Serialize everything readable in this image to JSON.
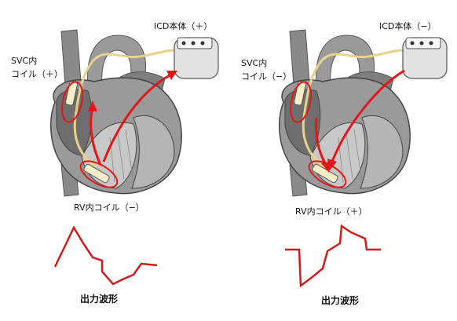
{
  "colors": {
    "heart_dark": "#6e6e6e",
    "heart_mid": "#9a9a9a",
    "heart_light": "#c8c8c8",
    "lead": "#e8d28a",
    "arrow": "#e01818",
    "device": "#e2e2e2",
    "waveform": "#d21c1c"
  },
  "panels": [
    {
      "icd_label": "ICD本体（＋）",
      "svc_label_line1": "SVC内",
      "svc_label_line2": "コイル（＋）",
      "rv_label": "RV内コイル（−）",
      "waveform_label": "出力波形",
      "waveform_polarity": "positive-first",
      "shock_direction": "RV coil to SVC coil and ICD body"
    },
    {
      "icd_label": "ICD本体（−）",
      "svc_label_line1": "SVC内",
      "svc_label_line2": "コイル（−）",
      "rv_label": "RV内コイル（＋）",
      "waveform_label": "出力波形",
      "waveform_polarity": "negative-first",
      "shock_direction": "SVC coil and ICD body to RV coil"
    }
  ]
}
